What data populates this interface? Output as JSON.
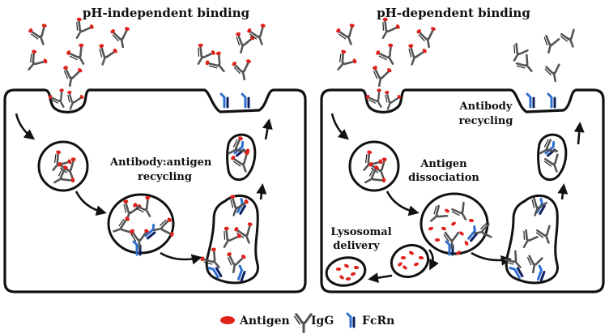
{
  "titles": {
    "left": "pH-independent binding",
    "right": "pH-dependent binding"
  },
  "labels": {
    "antibody_antigen_1": "Antibody:antigen",
    "antibody_antigen_2": "recycling",
    "antigen_dissociation_1": "Antigen",
    "antigen_dissociation_2": "dissociation",
    "antibody_recycling_1": "Antibody",
    "antibody_recycling_2": "recycling",
    "lysosomal_1": "Lysosomal",
    "lysosomal_2": "delivery"
  },
  "legend": {
    "antigen": "Antigen",
    "igg": "IgG",
    "fcrn": "FcRn"
  },
  "colors": {
    "antigen": "#e0201b",
    "igg": "#555555",
    "fcrn_outer": "#2f6fd0",
    "fcrn_inner": "#0b1f5e",
    "outline": "#111111"
  }
}
